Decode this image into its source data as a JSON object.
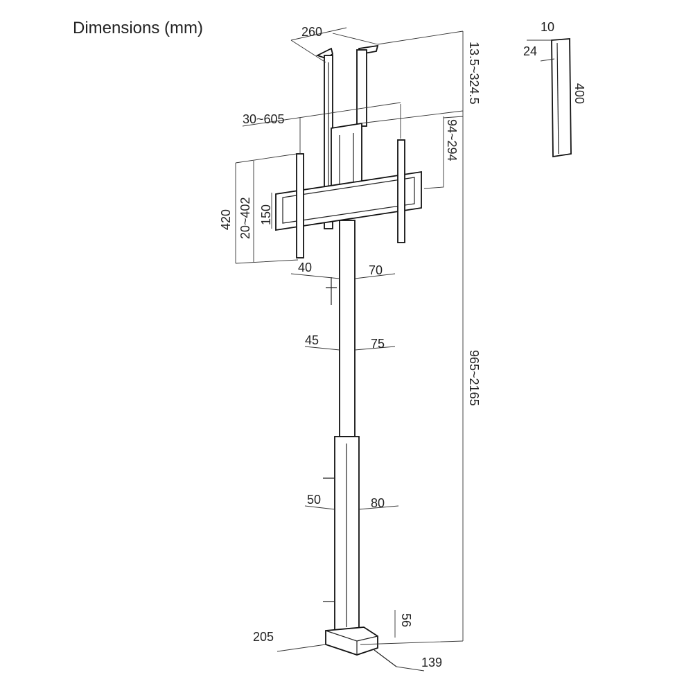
{
  "title": "Dimensions (mm)",
  "dimensions": {
    "ceiling_bracket_width": "260",
    "ceiling_extension": "13.5~324.5",
    "rail_thickness": "10",
    "rail_width": "24",
    "rail_height": "400",
    "vesa_horizontal": "30~605",
    "vertical_adjust": "94~294",
    "arm_height": "420",
    "vesa_vertical": "20~402",
    "frame_height": "150",
    "upper_pole_depth": "40",
    "upper_pole_width": "70",
    "middle_pole_depth": "45",
    "middle_pole_width": "75",
    "lower_pole_depth": "50",
    "lower_pole_width": "80",
    "total_height": "965~2165",
    "base_height": "56",
    "base_length": "205",
    "base_width": "139"
  }
}
